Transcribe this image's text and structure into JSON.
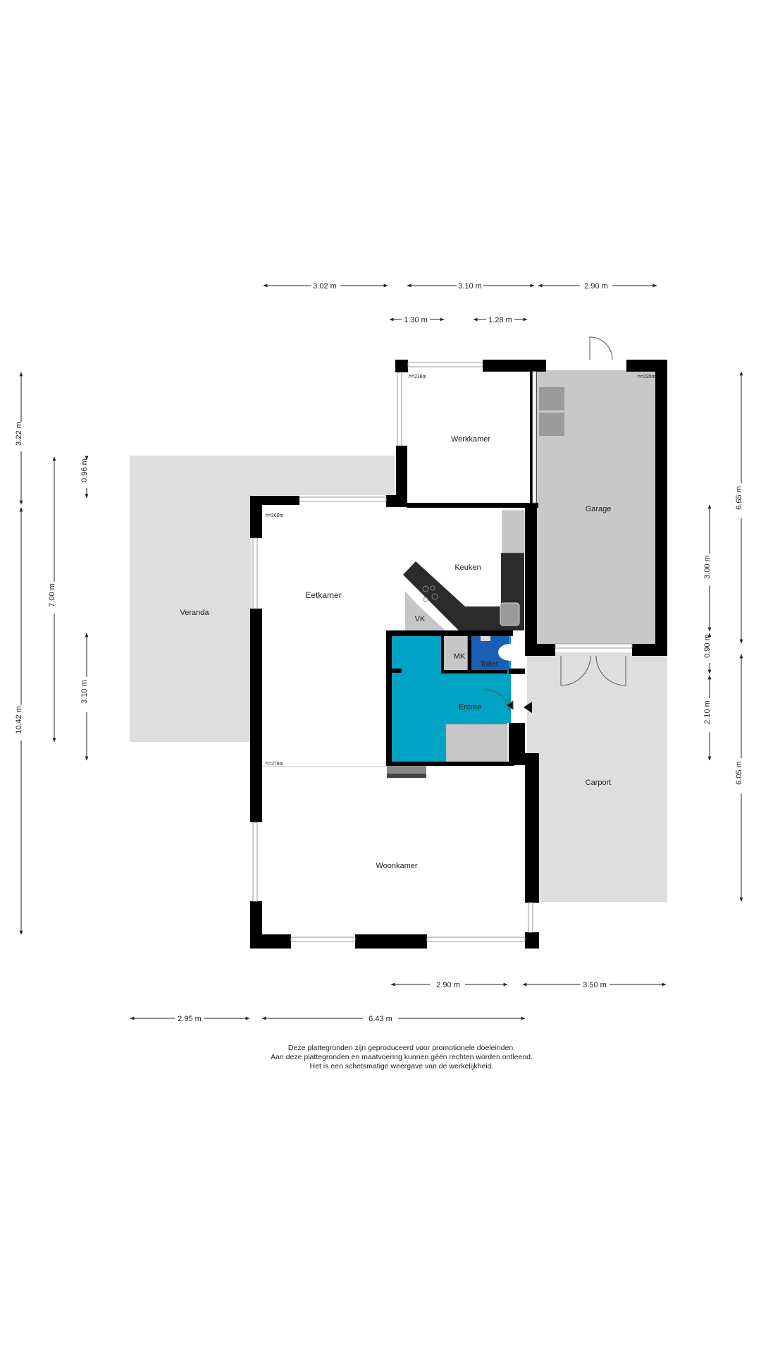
{
  "colors": {
    "wall": "#000000",
    "floor": "#ffffff",
    "outdoor": "#dedede",
    "garage": "#c8c8c8",
    "entree": "#00a3c4",
    "toilet": "#1a5fb4",
    "kitchen_counter": "#2b2b2b",
    "storage": "#c6c6c6",
    "window": "#bfbfbf"
  },
  "rooms": {
    "werkkamer": "Werkkamer",
    "garage": "Garage",
    "keuken": "Keuken",
    "eetkamer": "Eetkamer",
    "veranda": "Veranda",
    "vk": "VK",
    "mk": "MK",
    "toilet": "Toilet",
    "entree": "Entree",
    "carport": "Carport",
    "woonkamer": "Woonkamer"
  },
  "heights": {
    "werkkamer": "h=216m",
    "garage": "h=235m",
    "eetkamer": "h=260m",
    "woonkamer": "h=278m"
  },
  "dimensions": {
    "top_1": "3.02 m",
    "top_2": "3.10 m",
    "top_3": "2.90 m",
    "top_4": "1.30 m",
    "top_5": "1.28 m",
    "left_1": "3.22 m",
    "left_2": "0.96 m",
    "left_3": "7.00 m",
    "left_4": "3.10 m",
    "left_5": "10.42 m",
    "right_1": "6.65 m",
    "right_2": "3.00 m",
    "right_3": "0.90 m",
    "right_4": "2.10 m",
    "right_5": "6.05 m",
    "bottom_1": "2.90 m",
    "bottom_2": "3.50 m",
    "bottom_3": "2.95 m",
    "bottom_4": "6.43 m"
  },
  "disclaimer": {
    "line1": "Deze plattegronden zijn geproduceerd voor promotionele doeleinden.",
    "line2": "Aan deze plattegronden en maatvoering kunnen géén rechten worden ontleend.",
    "line3": "Het is een schetsmatige weergave van de werkelijkheid."
  }
}
